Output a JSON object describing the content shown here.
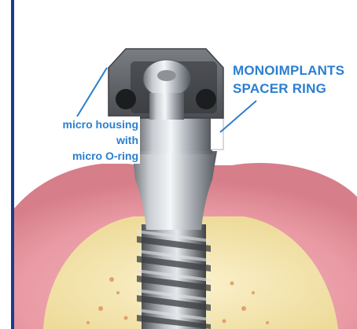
{
  "labels": {
    "spacer_line1": "MONOIMPLANTS",
    "spacer_line2": "SPACER RING",
    "housing_line1": "micro housing",
    "housing_line2": "with",
    "housing_line3": "micro O-ring"
  },
  "colors": {
    "label_text": "#2b7fd0",
    "accent_bar": "#1a3c8c",
    "gum": "#e8a0a8",
    "bone": "#f4e6b0",
    "housing": "#5c5f63"
  }
}
